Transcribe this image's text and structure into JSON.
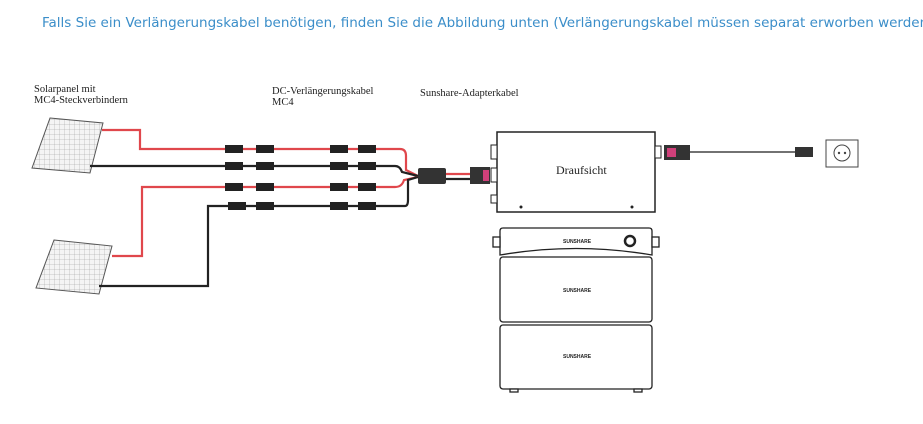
{
  "heading": "Falls Sie ein Verlängerungskabel benötigen, finden Sie die Abbildung unten (Verlängerungskabel müssen separat erworben werden).",
  "labels": {
    "solar_line1": "Solarpanel mit",
    "solar_line2": "MC4-Steckverbindern",
    "dc_line1": "DC-Verlängerungskabel",
    "dc_line2": "MC4",
    "adapter": "Sunshare-Adapterkabel",
    "top_view": "Draufsicht"
  },
  "brand_logo": "SUNSHARE",
  "colors": {
    "heading": "#3b8ec9",
    "positive_cable": "#e0474c",
    "negative_cable": "#222222"
  }
}
